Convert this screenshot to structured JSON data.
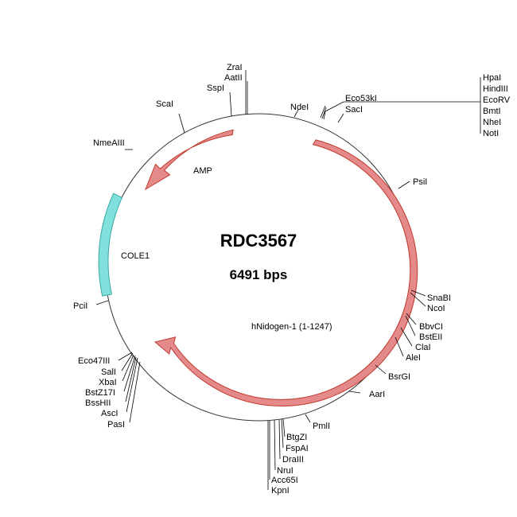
{
  "plasmid": {
    "name": "RDC3567",
    "length_label": "6491 bps"
  },
  "colors": {
    "backbone": "#333333",
    "gene_fill": "#e58a8a",
    "gene_stroke": "#c0392b",
    "ori_fill": "#7fe0dc",
    "ori_stroke": "#3aa7a3"
  },
  "features": [
    {
      "name": "AMP",
      "type": "gene-arrow"
    },
    {
      "name": "hNidogen-1 (1-1247)",
      "type": "gene-arrow"
    },
    {
      "name": "COLE1",
      "type": "origin"
    }
  ],
  "sites": [
    "ZraI",
    "AatII",
    "SspI",
    "NdeI",
    "ScaI",
    "NmeAIII",
    "Eco53kI",
    "SacI",
    "HpaI",
    "HindIII",
    "EcoRV",
    "BmtI",
    "NheI",
    "NotI",
    "PsiI",
    "SnaBI",
    "NcoI",
    "BbvCI",
    "BstEII",
    "ClaI",
    "AleI",
    "BsrGI",
    "AarI",
    "PmlI",
    "BtgZI",
    "FspAI",
    "DraIII",
    "NruI",
    "Acc65I",
    "KpnI",
    "PciI",
    "Eco47III",
    "SalI",
    "XbaI",
    "BstZ17I",
    "BssHII",
    "AscI",
    "PasI"
  ]
}
